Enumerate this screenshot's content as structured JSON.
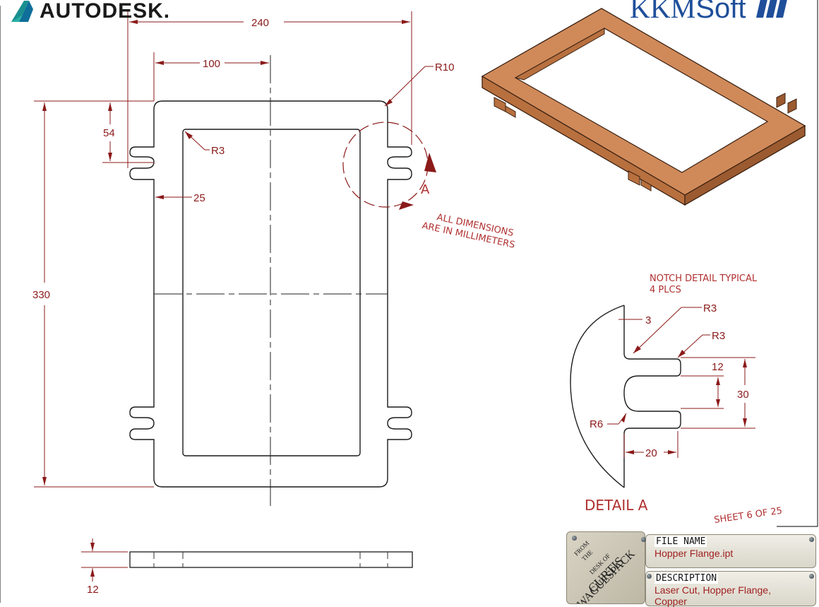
{
  "logos": {
    "autodesk": "AUTODESK.",
    "kkm_left": "KKM",
    "kkm_right": "Soft"
  },
  "drawing": {
    "dimensions": {
      "overall_width": "240",
      "inner_offset": "100",
      "outer_radius": "R10",
      "notch_offset": "54",
      "inner_radius": "R3",
      "wall": "25",
      "height": "330",
      "thickness": "12"
    },
    "detail_callout": "A",
    "note_line1": "ALL DIMENSIONS",
    "note_line2": "ARE IN MILLIMETERS",
    "notch_note_line1": "NOTCH DETAIL TYPICAL",
    "notch_note_line2": "4 PLCS",
    "detail": {
      "d3": "3",
      "r3a": "R3",
      "r3b": "R3",
      "d12": "12",
      "d30": "30",
      "r6": "R6",
      "d20": "20",
      "title": "DETAIL  A"
    },
    "sheet": "SHEET 6  OF 25"
  },
  "title_block": {
    "stamp_from": "FROM",
    "stamp_the": "THE",
    "stamp_desk": "DESK OF",
    "stamp_name1": "CURTIS",
    "stamp_name2": "WAGUESPACK",
    "file_label": "FILE NAME",
    "file_value": "Hopper Flange.ipt",
    "desc_label": "DESCRIPTION",
    "desc_value": "Laser Cut, Hopper Flange,",
    "desc_value2": "Copper"
  },
  "colors": {
    "dimension": "#8b1a1a",
    "outline": "#1a1a1a",
    "copper_top": "#d08a5a",
    "copper_side": "#b8703f",
    "accent_blue": "#1f4f9a"
  }
}
